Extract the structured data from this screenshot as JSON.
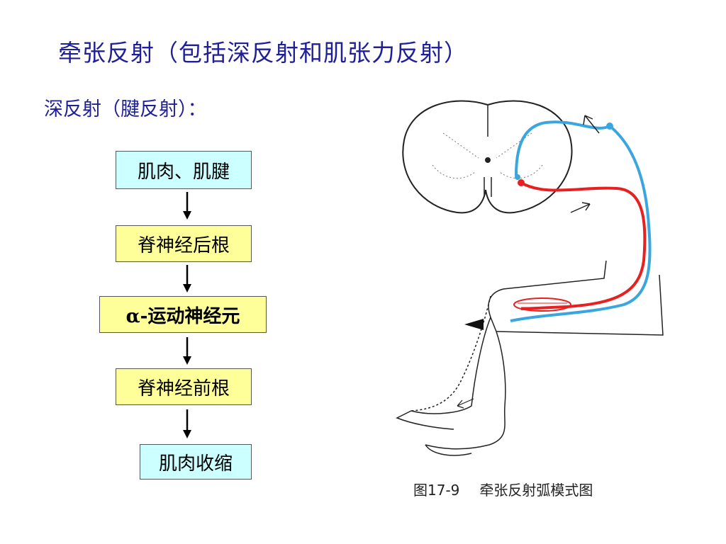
{
  "title": "牵张反射（包括深反射和肌张力反射）",
  "subtitle": "深反射（腱反射）：",
  "flow": [
    {
      "label": "肌肉、肌腱",
      "style": "cyan"
    },
    {
      "label": "脊神经后根",
      "style": "yellow"
    },
    {
      "label": "α-运动神经元",
      "style": "yellow"
    },
    {
      "label": "脊神经前根",
      "style": "yellow"
    },
    {
      "label": "肌肉收缩",
      "style": "cyan"
    }
  ],
  "figure": {
    "caption_number": "图17-9",
    "caption_text": "牵张反射弧模式图",
    "colors": {
      "afferent": "#3aa6e0",
      "efferent": "#e82020"
    }
  }
}
